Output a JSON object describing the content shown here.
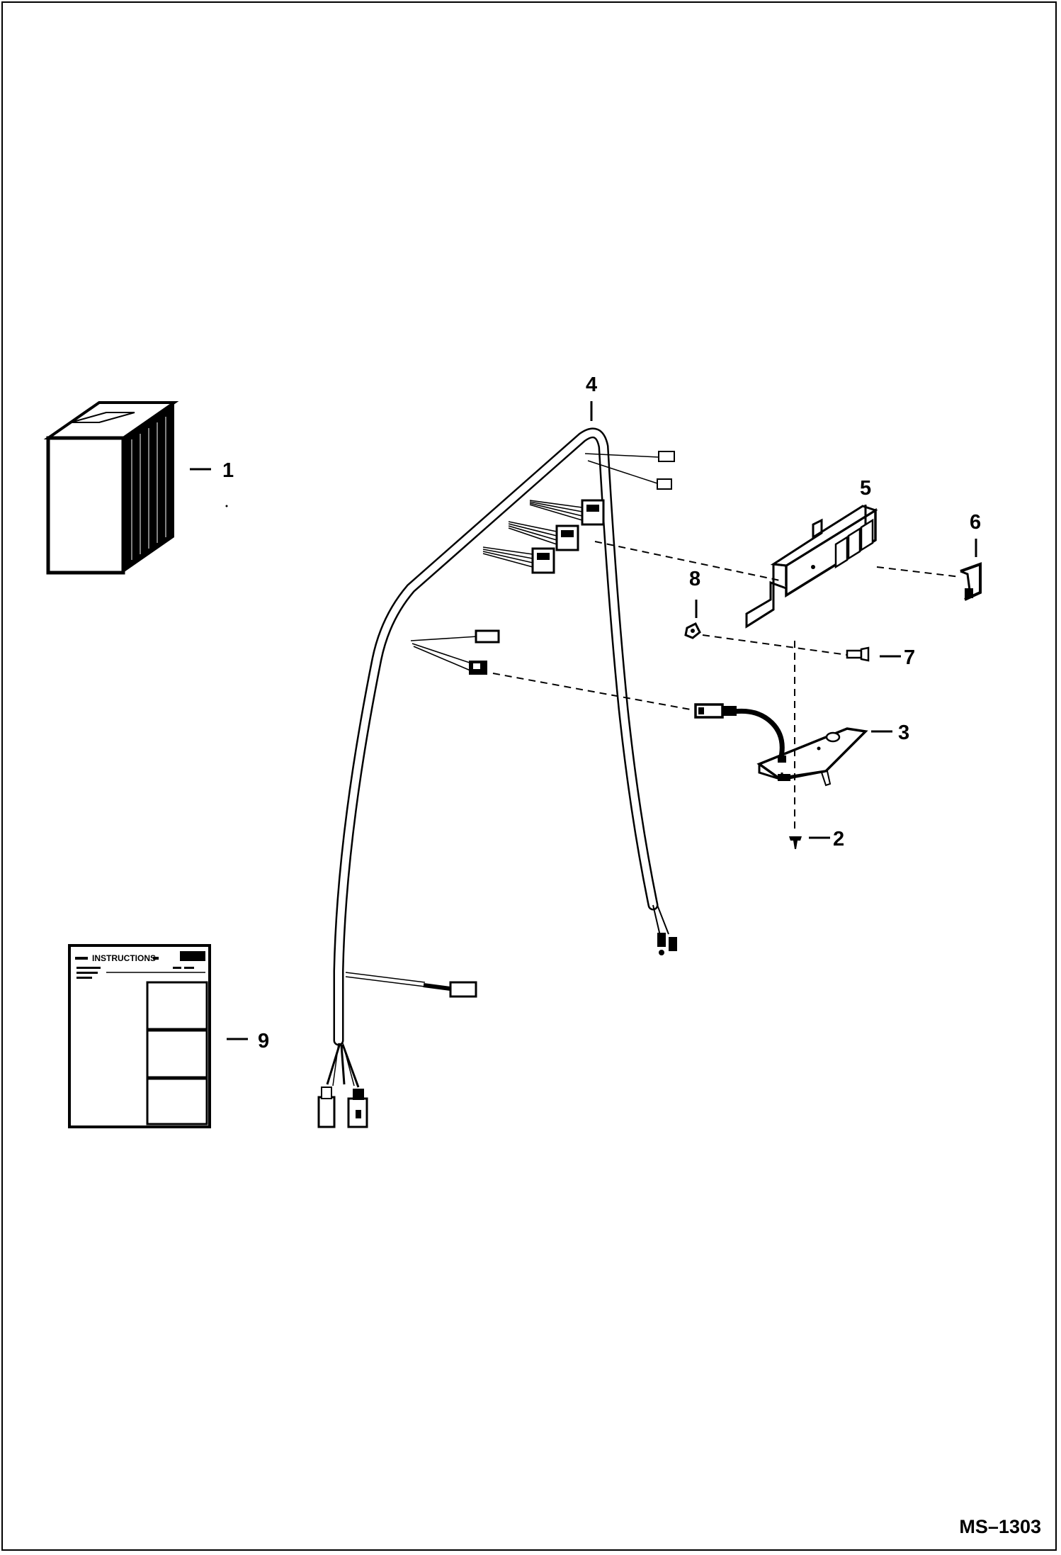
{
  "callouts": {
    "item_1": "1",
    "item_2": "2",
    "item_3": "3",
    "item_4": "4",
    "item_5": "5",
    "item_6": "6",
    "item_7": "7",
    "item_8": "8",
    "item_9": "9"
  },
  "drawing_code": "MS–1303",
  "instruction_sheet": {
    "heading": "INSTRUCTIONS"
  }
}
